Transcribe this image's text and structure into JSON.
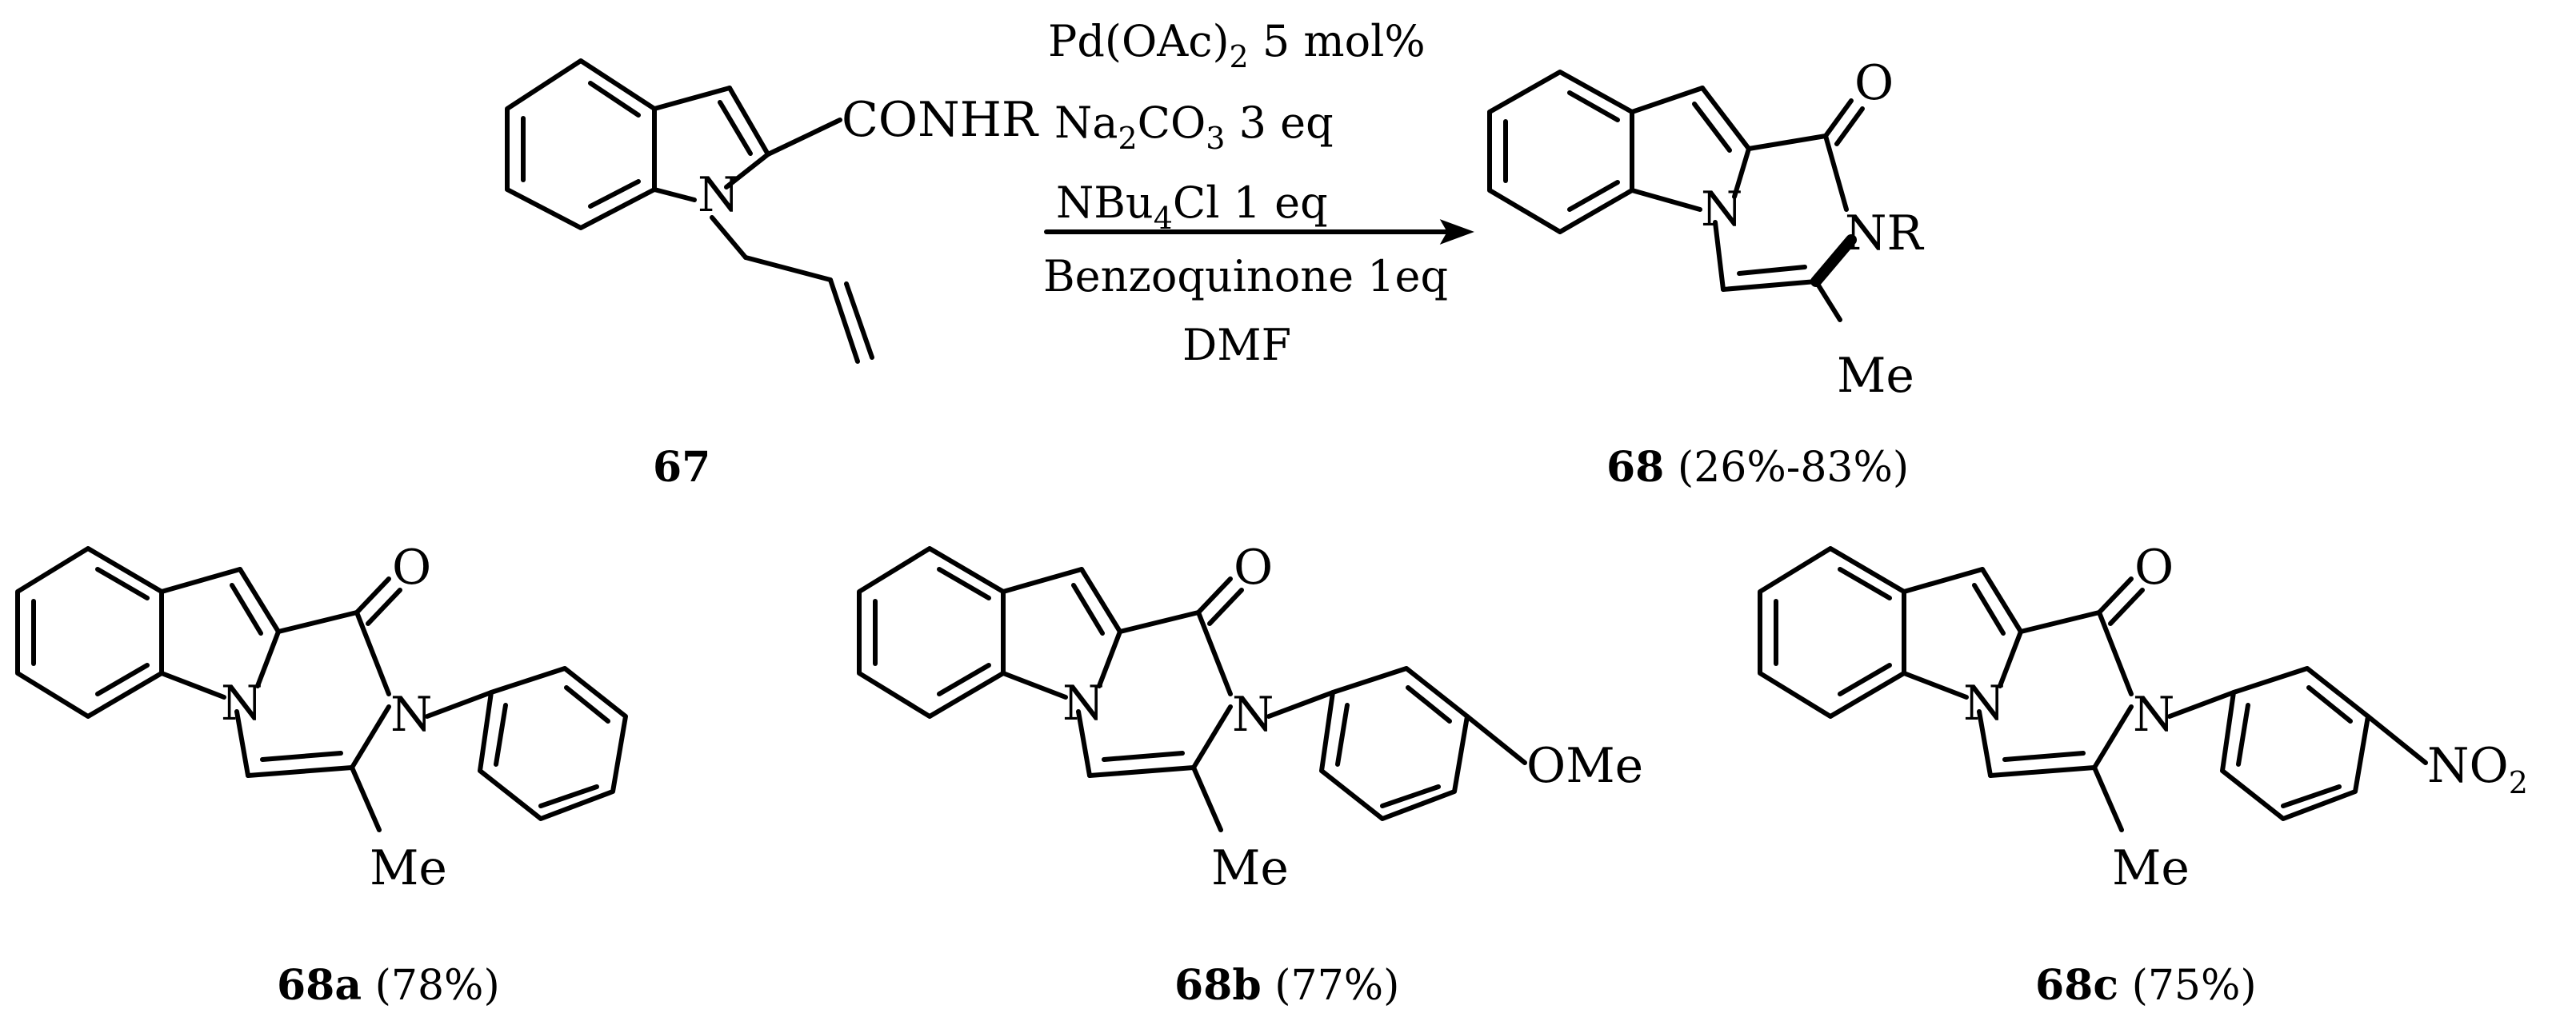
{
  "reaction": {
    "conditions": [
      "Pd(OAc)",
      "2",
      " 5 mol%",
      "Na",
      "2",
      "CO",
      "3",
      " 3 eq",
      "NBu",
      "4",
      "Cl 1 eq",
      "Benzoquinone 1eq",
      "DMF"
    ],
    "reactant": {
      "id": "67",
      "substituent": "CONHR",
      "n_atom": "N"
    },
    "product": {
      "id": "68",
      "yield": "(26%-83%)",
      "o_atom": "O",
      "n_atom": "N",
      "nr": "NR",
      "me": "Me"
    }
  },
  "examples": [
    {
      "id": "68a",
      "yield": "(78%)",
      "o_atom": "O",
      "n_ring": "N",
      "n_amide": "N",
      "me": "Me"
    },
    {
      "id": "68b",
      "yield": "(77%)",
      "o_atom": "O",
      "n_ring": "N",
      "n_amide": "N",
      "me": "Me",
      "para": "OMe"
    },
    {
      "id": "68c",
      "yield": "(75%)",
      "o_atom": "O",
      "n_ring": "N",
      "n_amide": "N",
      "me": "Me",
      "para": "NO",
      "para_sub": "2"
    }
  ]
}
